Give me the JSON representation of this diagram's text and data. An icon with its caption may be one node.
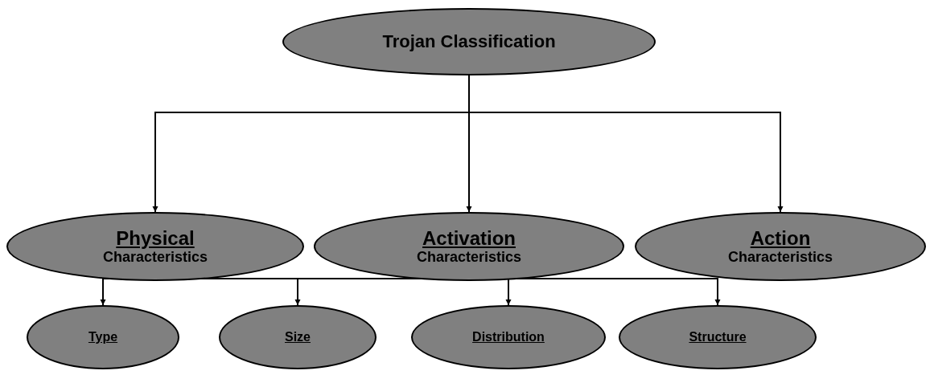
{
  "diagram": {
    "nodes": [
      {
        "text": [
          "Trojan Classification"
        ]
      },
      {
        "text": [
          "Physical",
          "Characteristics"
        ]
      },
      {
        "text": [
          "Activation",
          "Characteristics"
        ]
      },
      {
        "text": [
          "Action",
          "Characteristics"
        ]
      },
      {
        "text": [
          "Type"
        ]
      },
      {
        "text": [
          "Size"
        ]
      },
      {
        "text": [
          "Distribution"
        ]
      },
      {
        "text": [
          "Structure"
        ]
      }
    ],
    "edges": [
      {
        "from": 0,
        "to": 1,
        "arrow": "to"
      },
      {
        "from": 0,
        "to": 2,
        "arrow": "to"
      },
      {
        "from": 0,
        "to": 3,
        "arrow": "to"
      },
      {
        "from": 1,
        "to": 4,
        "arrow": "to"
      },
      {
        "from": 1,
        "to": 5,
        "arrow": "to"
      },
      {
        "from": 1,
        "to": 6,
        "arrow": "to"
      },
      {
        "from": 1,
        "to": 7,
        "arrow": "to"
      }
    ]
  }
}
